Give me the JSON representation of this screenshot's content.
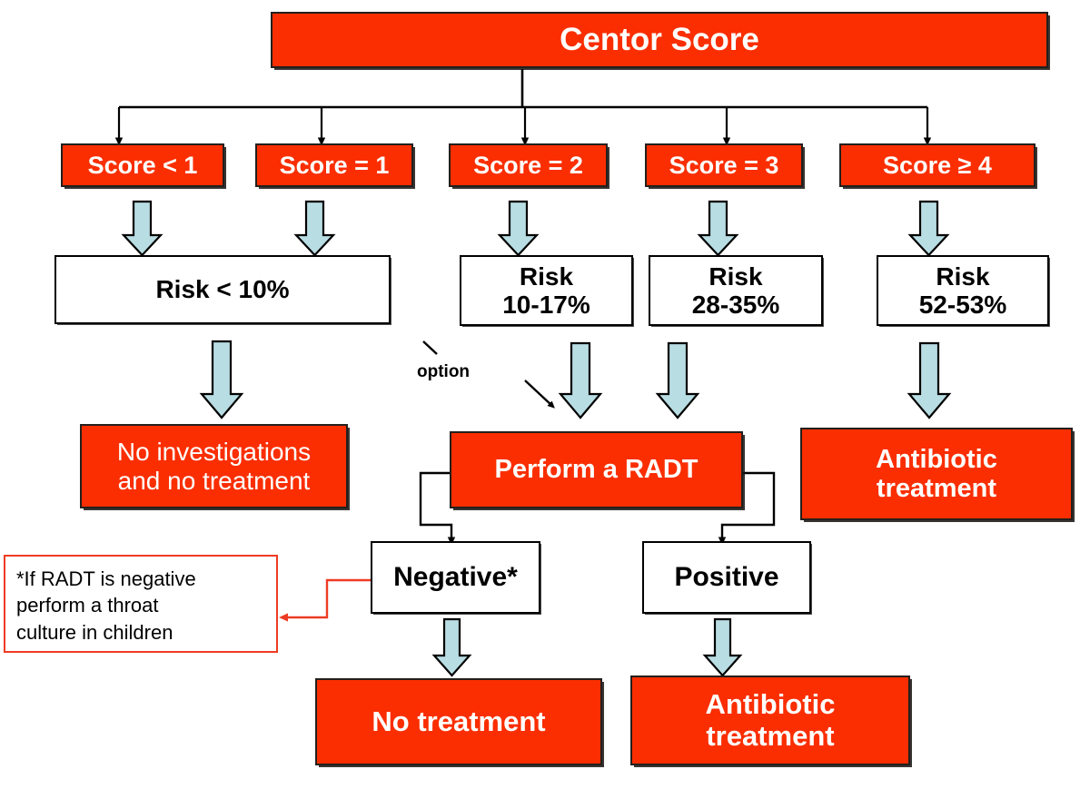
{
  "diagram": {
    "title": "Centor Score",
    "type": "clinical-decision-flowchart",
    "colors": {
      "fill_orange": "#fa2e00",
      "box_border": "#231f1c",
      "plain_border": "#000000",
      "block_arrow_fill": "#b8dde3",
      "note_border": "#ee3b24",
      "note_connector": "#ee3b24",
      "text_on_fill": "#ffffff",
      "text_plain": "#000000"
    }
  },
  "root": {
    "label": "Centor Score"
  },
  "score_nodes": [
    {
      "label": "Score < 1"
    },
    {
      "label": "Score = 1"
    },
    {
      "label": "Score = 2"
    },
    {
      "label": "Score = 3"
    },
    {
      "label": "Score ≥ 4"
    }
  ],
  "risk_nodes": [
    {
      "label": "Risk < 10%"
    },
    {
      "label": "Risk\n10-17%"
    },
    {
      "label": "Risk\n28-35%"
    },
    {
      "label": "Risk\n52-53%"
    }
  ],
  "action_nodes": {
    "no_investigations": "No investigations\nand no treatment",
    "perform_radt": "Perform a RADT",
    "antibiotic_treatment_right": "Antibiotic\ntreatment"
  },
  "result_nodes": [
    {
      "label": "Negative*"
    },
    {
      "label": "Positive"
    }
  ],
  "outcome_nodes": [
    {
      "label": "No treatment"
    },
    {
      "label": "Antibiotic\ntreatment"
    }
  ],
  "edge_labels": {
    "option": "option"
  },
  "footnote": {
    "text": "*If RADT is negative\nperform a throat\nculture in children"
  }
}
